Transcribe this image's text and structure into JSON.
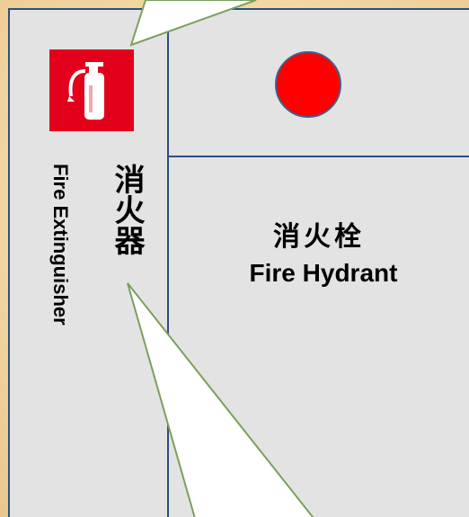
{
  "colors": {
    "background": "#F2D9A6",
    "panel_fill": "#E3E3E3",
    "panel_border": "#2F4F7F",
    "sign_red": "#E3001B",
    "hydrant_red": "#FF0000",
    "callout_fill": "#FFFFFF",
    "callout_border": "#7BA05B"
  },
  "icons": {
    "extinguisher": "fire-extinguisher-icon",
    "hydrant": "red-circle-marker"
  },
  "extinguisher": {
    "label_cn": "消火器",
    "label_en": "Fire Extinguisher"
  },
  "hydrant": {
    "label_cn": "消火栓",
    "label_en": "Fire Hydrant"
  }
}
